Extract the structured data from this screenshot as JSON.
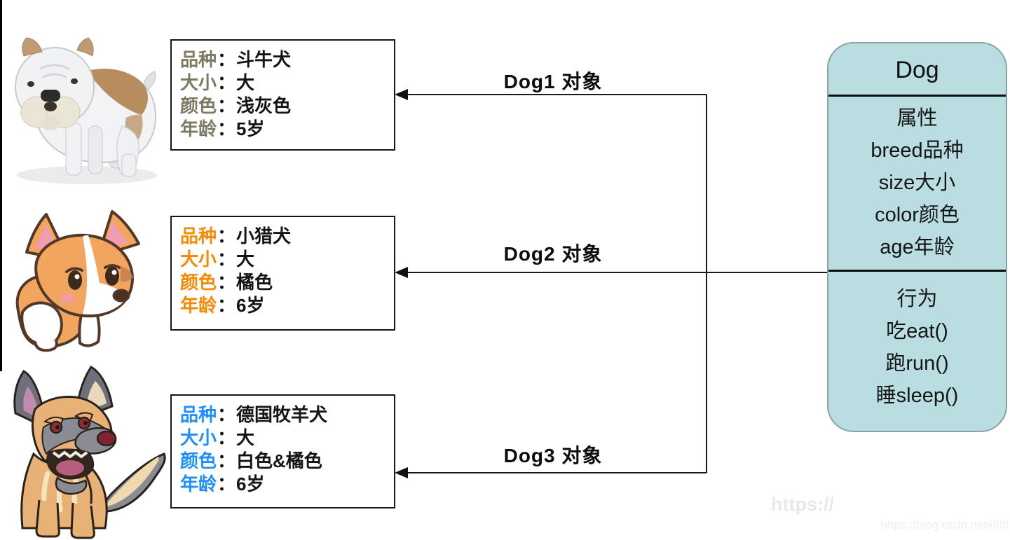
{
  "field_colon": "：",
  "objects": [
    {
      "arrow_label": "Dog1 对象",
      "label_color": "#7f7862",
      "image": "bulldog-illustration",
      "fields": [
        {
          "label": "品种",
          "value": "斗牛犬"
        },
        {
          "label": "大小",
          "value": "大"
        },
        {
          "label": "颜色",
          "value": "浅灰色"
        },
        {
          "label": "年龄",
          "value": "5岁"
        }
      ]
    },
    {
      "arrow_label": "Dog2 对象",
      "label_color": "#f78a05",
      "image": "corgi-illustration",
      "fields": [
        {
          "label": "品种",
          "value": "小猎犬"
        },
        {
          "label": "大小",
          "value": "大"
        },
        {
          "label": "颜色",
          "value": "橘色"
        },
        {
          "label": "年龄",
          "value": "6岁"
        }
      ]
    },
    {
      "arrow_label": "Dog3 对象",
      "label_color": "#1f8fff",
      "image": "german-shepherd-illustration",
      "fields": [
        {
          "label": "品种",
          "value": "德国牧羊犬"
        },
        {
          "label": "大小",
          "value": "大"
        },
        {
          "label": "颜色",
          "value": "白色&橘色"
        },
        {
          "label": "年龄",
          "value": "6岁"
        }
      ]
    }
  ],
  "class_box": {
    "title": "Dog",
    "attributes_header": "属性",
    "attributes": [
      "breed品种",
      "size大小",
      "color颜色",
      "age年龄"
    ],
    "behaviors_header": "行为",
    "behaviors": [
      "吃eat()",
      "跑run()",
      "睡sleep()"
    ],
    "fill_color": "#b9dde1",
    "border_color": "#8ba1a5"
  },
  "watermarks": {
    "small": "https://",
    "full": "https://blog.csdn.net/ifffff"
  }
}
